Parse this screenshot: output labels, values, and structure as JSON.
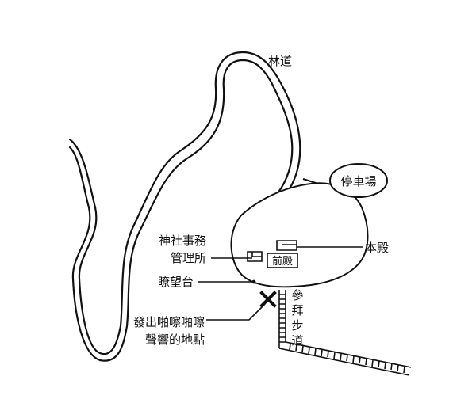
{
  "map": {
    "labels": {
      "forest_road": "林道",
      "parking": "停車場",
      "main_hall": "本殿",
      "front_hall": "前殿",
      "office_line1": "神社事務",
      "office_line2": "管理所",
      "lookout": "瞭望台",
      "sound_line1": "發出啪嚓啪嚓",
      "sound_line2": "聲響的地點",
      "path_c1": "參",
      "path_c2": "拜",
      "path_c3": "步",
      "path_c4": "道"
    },
    "colors": {
      "ink": "#111111",
      "paper": "#ffffff"
    }
  }
}
